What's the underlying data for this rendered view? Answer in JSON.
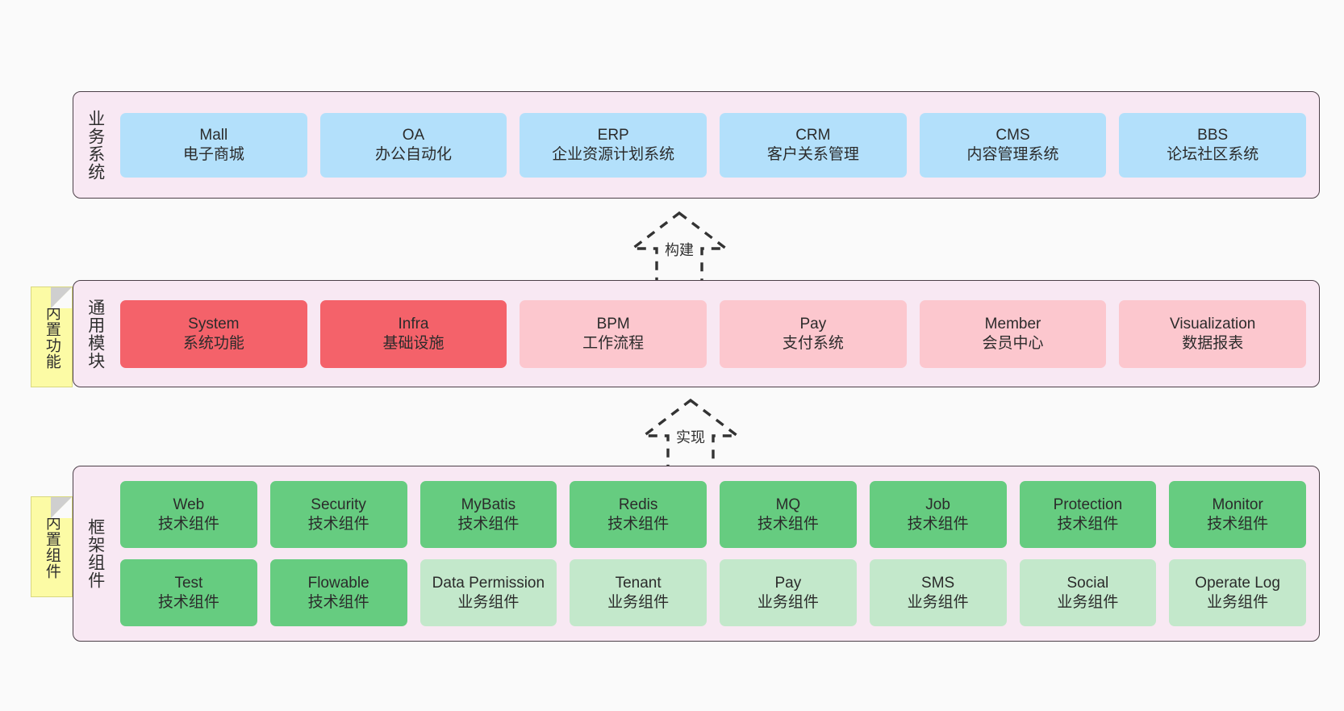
{
  "diagram": {
    "title_note": "architecture-layers",
    "colors": {
      "band_bg": "#f8e8f3",
      "band_border": "#4d4049",
      "business_card": "#b3e0fb",
      "module_primary": "#f4626a",
      "module_secondary": "#fcc7ce",
      "tech_component": "#66cc80",
      "business_component": "#c3e8cb",
      "sticky_note": "#fcfba5",
      "page_bg": "#fafafa"
    }
  },
  "sections": {
    "business": {
      "label": "业务系统",
      "cards": [
        {
          "title": "Mall",
          "sub": "电子商城"
        },
        {
          "title": "OA",
          "sub": "办公自动化"
        },
        {
          "title": "ERP",
          "sub": "企业资源计划系统"
        },
        {
          "title": "CRM",
          "sub": "客户关系管理"
        },
        {
          "title": "CMS",
          "sub": "内容管理系统"
        },
        {
          "title": "BBS",
          "sub": "论坛社区系统"
        }
      ]
    },
    "modules": {
      "label": "通用模块",
      "sticky": "内置功能",
      "cards": [
        {
          "title": "System",
          "sub": "系统功能",
          "variant": "c-red"
        },
        {
          "title": "Infra",
          "sub": "基础设施",
          "variant": "c-red"
        },
        {
          "title": "BPM",
          "sub": "工作流程",
          "variant": "c-pink"
        },
        {
          "title": "Pay",
          "sub": "支付系统",
          "variant": "c-pink"
        },
        {
          "title": "Member",
          "sub": "会员中心",
          "variant": "c-pink"
        },
        {
          "title": "Visualization",
          "sub": "数据报表",
          "variant": "c-pink"
        }
      ]
    },
    "framework": {
      "label": "框架组件",
      "sticky": "内置组件",
      "row1": [
        {
          "title": "Web",
          "sub": "技术组件",
          "variant": "c-green"
        },
        {
          "title": "Security",
          "sub": "技术组件",
          "variant": "c-green"
        },
        {
          "title": "MyBatis",
          "sub": "技术组件",
          "variant": "c-green"
        },
        {
          "title": "Redis",
          "sub": "技术组件",
          "variant": "c-green"
        },
        {
          "title": "MQ",
          "sub": "技术组件",
          "variant": "c-green"
        },
        {
          "title": "Job",
          "sub": "技术组件",
          "variant": "c-green"
        },
        {
          "title": "Protection",
          "sub": "技术组件",
          "variant": "c-green"
        },
        {
          "title": "Monitor",
          "sub": "技术组件",
          "variant": "c-green"
        }
      ],
      "row2": [
        {
          "title": "Test",
          "sub": "技术组件",
          "variant": "c-green"
        },
        {
          "title": "Flowable",
          "sub": "技术组件",
          "variant": "c-green"
        },
        {
          "title": "Data Permission",
          "sub": "业务组件",
          "variant": "c-lightgreen"
        },
        {
          "title": "Tenant",
          "sub": "业务组件",
          "variant": "c-lightgreen"
        },
        {
          "title": "Pay",
          "sub": "业务组件",
          "variant": "c-lightgreen"
        },
        {
          "title": "SMS",
          "sub": "业务组件",
          "variant": "c-lightgreen"
        },
        {
          "title": "Social",
          "sub": "业务组件",
          "variant": "c-lightgreen"
        },
        {
          "title": "Operate Log",
          "sub": "业务组件",
          "variant": "c-lightgreen"
        }
      ]
    }
  },
  "connectors": [
    {
      "label": "构建",
      "from": "通用模块",
      "to": "业务系统"
    },
    {
      "label": "实现",
      "from": "框架组件",
      "to": "通用模块"
    }
  ]
}
